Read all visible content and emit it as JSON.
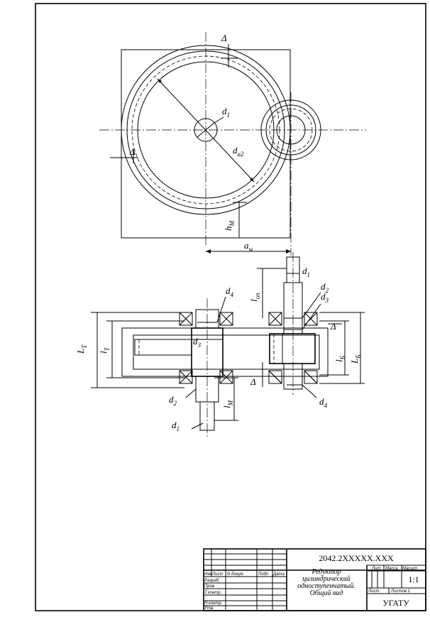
{
  "labels": {
    "delta": "Δ",
    "d1": "d",
    "d1_sub": "1",
    "da2": "d",
    "da2_sub": "a2",
    "hm": "h",
    "hm_sub": "М",
    "aw": "a",
    "aw_sub": "w",
    "d2": "d",
    "d2_sub": "2",
    "d3": "d",
    "d3_sub": "3",
    "d4": "d",
    "d4_sub": "4",
    "lop": "l",
    "lop_sub": "оп",
    "LT": "L",
    "LT_sub": "Т",
    "lT": "l",
    "lT_sub": "Т",
    "lB": "l",
    "lB_sub": "Б",
    "LB": "L",
    "LB_sub": "Б",
    "lm": "l",
    "lm_sub": "М"
  },
  "title_block": {
    "designation": "2042.2XXXXX.XXX",
    "name_line1": "Редуктор",
    "name_line2": "цилиндрический",
    "name_line3": "одноступенчатый.",
    "name_line4": "Общий вид",
    "col_izm": "Изм",
    "col_list": "Лист",
    "col_ndokum": "N докум.",
    "col_podp": "Подп",
    "col_data": "Дата",
    "row_razrab": "Разраб.",
    "row_prov": "Пров",
    "row_tkontr": "Т.контр.",
    "row_nkontr": "Н.контр.",
    "row_utv": "Утв.",
    "lit": "Лит",
    "massa": "Масса",
    "masshtab": "Масшт",
    "scale_value": "1:1",
    "list_label": "Лист",
    "listov_label": "Листов 1",
    "org": "УГАТУ"
  }
}
